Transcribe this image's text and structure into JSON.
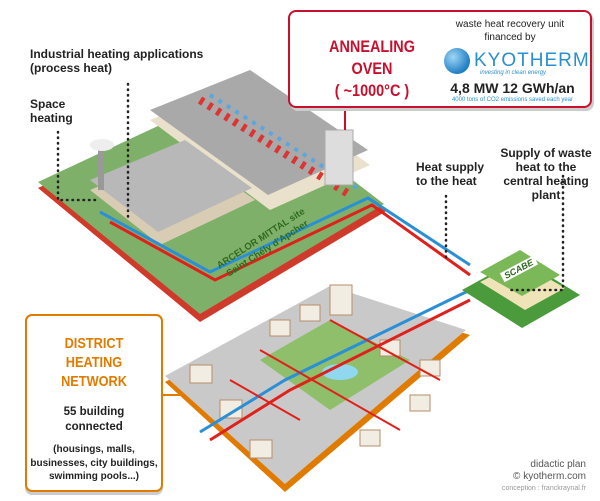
{
  "labels": {
    "industrial": "Industrial heating applications (process heat)",
    "space": "Space heating",
    "heat_supply": "Heat supply to the heat",
    "supply_waste": "Supply of waste heat to the central heating plant",
    "site_line1": "ARCELOR MITTAL site",
    "site_line2": "Saint Chély d'Apcher"
  },
  "oven_box": {
    "title_line1": "ANNEALING OVEN",
    "title_line2": "( ~1000°C )",
    "financed_line1": "waste heat recovery unit",
    "financed_line2": "financed by",
    "logo_name": "KYOTHERM",
    "logo_tagline": "investing in clean energy",
    "power": "4,8 MW  12 GWh/an",
    "co2": "4000 tons of CO2 emissions saved each year"
  },
  "plant_logo": "SCABE",
  "district_box": {
    "title_line1": "DISTRICT HEATING",
    "title_line2": "NETWORK",
    "subtitle_line1": "55 building",
    "subtitle_line2": "connected",
    "details_line1": "(housings, malls,",
    "details_line2": "businesses, city buildings,",
    "details_line3": "swimming pools...)"
  },
  "credits": {
    "line1": "didactic plan",
    "line2": "© kyotherm.com",
    "line3": "conception : franckraynal.fr"
  },
  "colors": {
    "oven_red": "#c8102e",
    "network_orange": "#e07b00",
    "hot_pipe": "#e0201a",
    "cold_pipe": "#2b8fd6",
    "ground_green": "#7fb069",
    "kyotherm_blue": "#2a8fd0"
  }
}
